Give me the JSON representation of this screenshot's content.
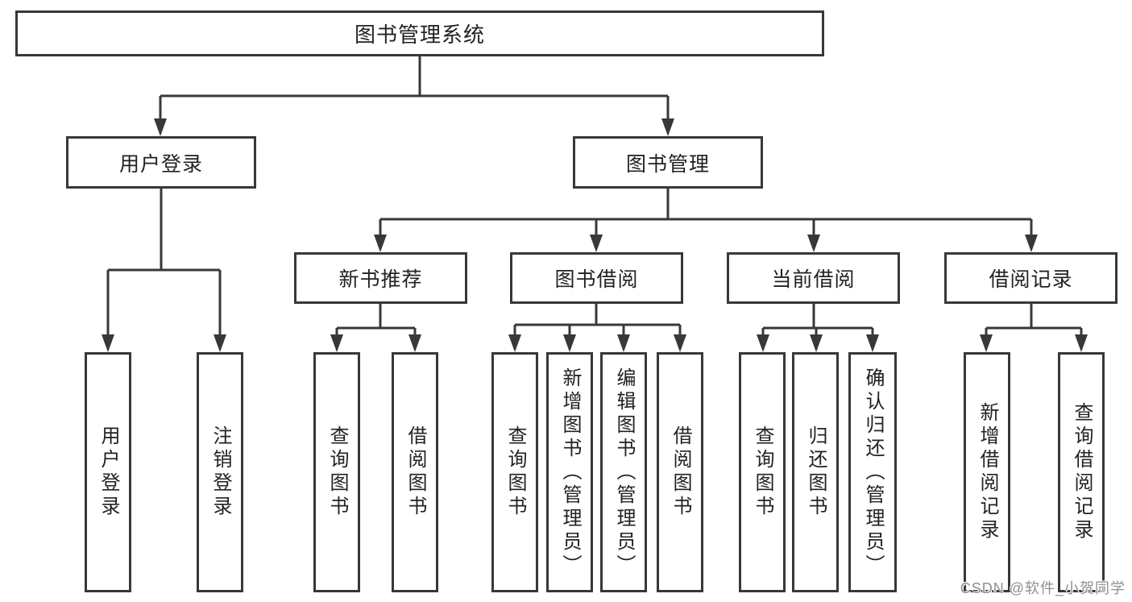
{
  "diagram_title": "图书管理系统",
  "colors": {
    "line": "#383838",
    "text": "#222222",
    "watermark": "#8f8f8f"
  },
  "tree": {
    "label": "图书管理系统",
    "children": [
      {
        "label": "用户登录",
        "children": [
          {
            "label": "用户登录"
          },
          {
            "label": "注销登录"
          }
        ]
      },
      {
        "label": "图书管理",
        "children": [
          {
            "label": "新书推荐",
            "children": [
              {
                "label": "查询图书"
              },
              {
                "label": "借阅图书"
              }
            ]
          },
          {
            "label": "图书借阅",
            "children": [
              {
                "label": "查询图书"
              },
              {
                "label": "新增图书（管理员）"
              },
              {
                "label": "编辑图书（管理员）"
              },
              {
                "label": "借阅图书"
              }
            ]
          },
          {
            "label": "当前借阅",
            "children": [
              {
                "label": "查询图书"
              },
              {
                "label": "归还图书"
              },
              {
                "label": "确认归还（管理员）"
              }
            ]
          },
          {
            "label": "借阅记录",
            "children": [
              {
                "label": "新增借阅记录"
              },
              {
                "label": "查询借阅记录"
              }
            ]
          }
        ]
      }
    ]
  },
  "watermark": {
    "text": "CSDN @软件_小贺同学"
  }
}
